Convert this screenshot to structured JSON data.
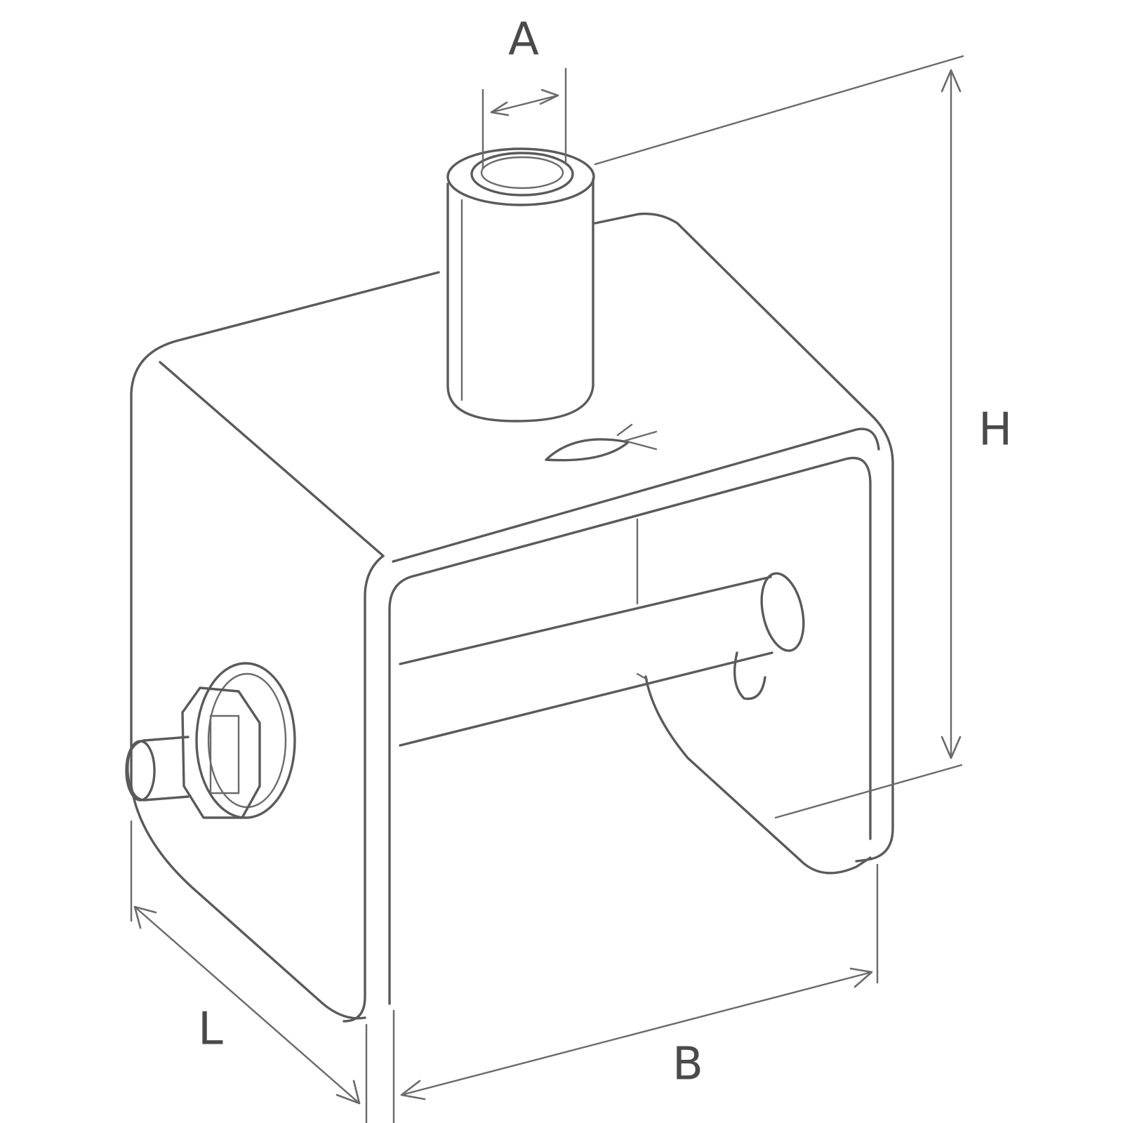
{
  "dimensions": {
    "A": "A",
    "H": "H",
    "L": "L",
    "B": "B"
  },
  "icons": {
    "logo": "fish-logo-icon",
    "nut": "hex-nut-icon"
  },
  "colors": {
    "line": "#5a5a5a",
    "background": "#ffffff"
  }
}
